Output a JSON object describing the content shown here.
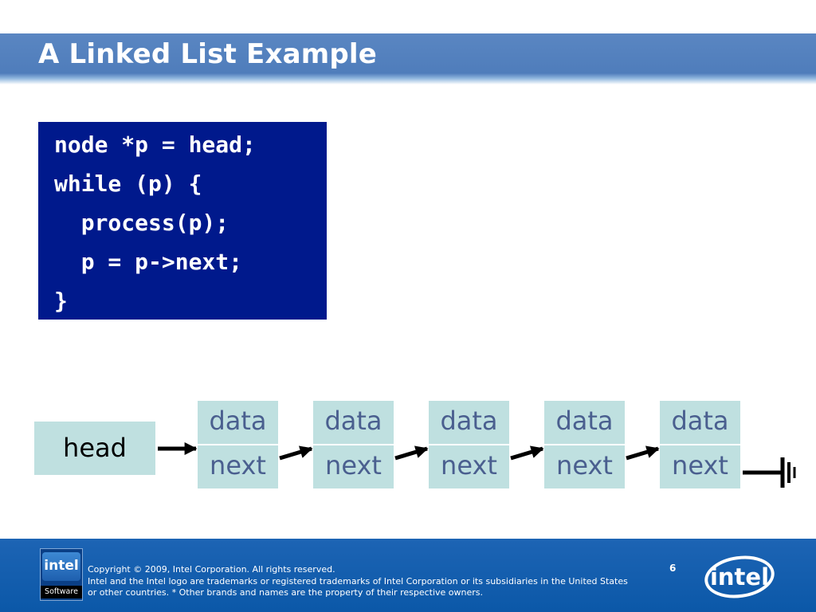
{
  "slide": {
    "title": "A Linked List Example"
  },
  "code": {
    "lines": [
      "node *p = head;",
      "while (p) {",
      "  process(p);",
      "  p = p->next;",
      "}"
    ]
  },
  "diagram": {
    "head_label": "head",
    "nodes": [
      {
        "data": "data",
        "next": "next"
      },
      {
        "data": "data",
        "next": "next"
      },
      {
        "data": "data",
        "next": "next"
      },
      {
        "data": "data",
        "next": "next"
      },
      {
        "data": "data",
        "next": "next"
      }
    ]
  },
  "footer": {
    "copyright": "Copyright © 2009, Intel Corporation. All rights reserved.",
    "trademark_line1": "Intel and the Intel logo are trademarks or registered trademarks of Intel Corporation or its subsidiaries in the United States",
    "trademark_line2": "or other countries. * Other brands and names are the property of their respective owners.",
    "page_number": "6",
    "software_logo_text": "intel",
    "software_label": "Software",
    "intel_logo_text": "intel"
  },
  "colors": {
    "title_bar": "#4f7dbb",
    "code_bg": "#00198c",
    "node_fill": "#bfe0e0",
    "node_text": "#4a5f8f",
    "footer_bg": "#0b58a8"
  }
}
